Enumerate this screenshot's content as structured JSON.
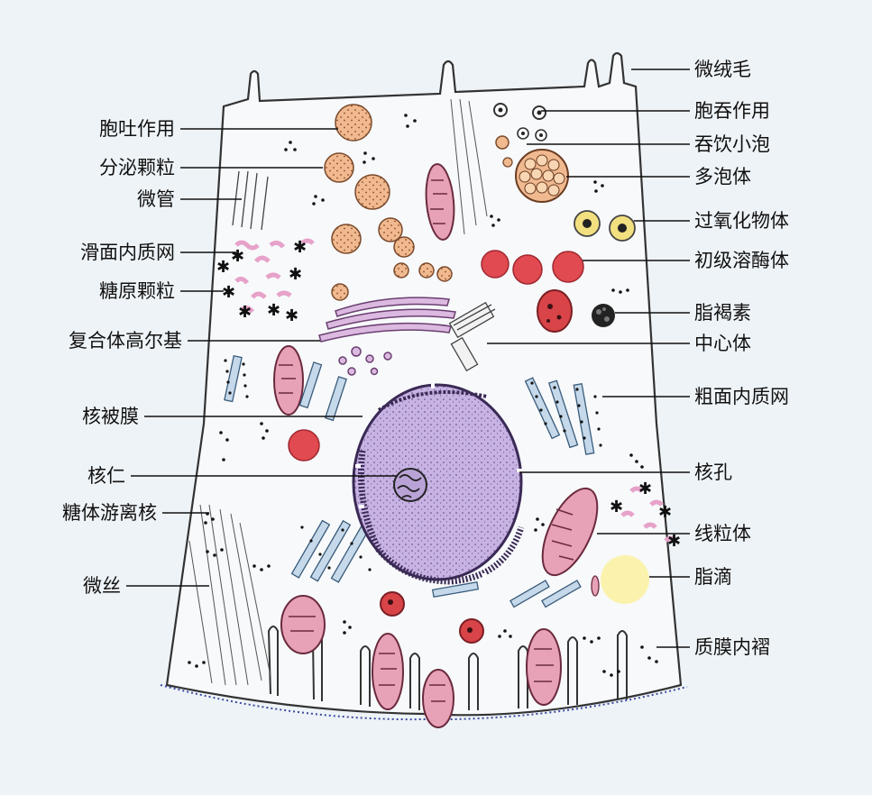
{
  "labels_left": [
    "胞吐作用",
    "分泌颗粒",
    "微管",
    "滑面内质网",
    "糖原颗粒",
    "复合体高尔基",
    "核被膜",
    "核仁",
    "糖体游离核",
    "微丝"
  ],
  "labels_right": [
    "微绒毛",
    "胞吞作用",
    "吞饮小泡",
    "多泡体",
    "过氧化物体",
    "初级溶酶体",
    "脂褐素",
    "中心体",
    "粗面内质网",
    "核孔",
    "线粒体",
    "脂滴",
    "质膜内褶"
  ],
  "colors": {
    "nucleus": "#c7b3e3",
    "mitochondria": "#e7a2b7",
    "lysosome": "#e04a50",
    "secretory_granule": "#f0b98f",
    "lipid_droplet": "#fbf3ad",
    "peroxisome": "#f2df7f",
    "golgi": "#dcb9e0",
    "er": "#c5d9ea"
  }
}
